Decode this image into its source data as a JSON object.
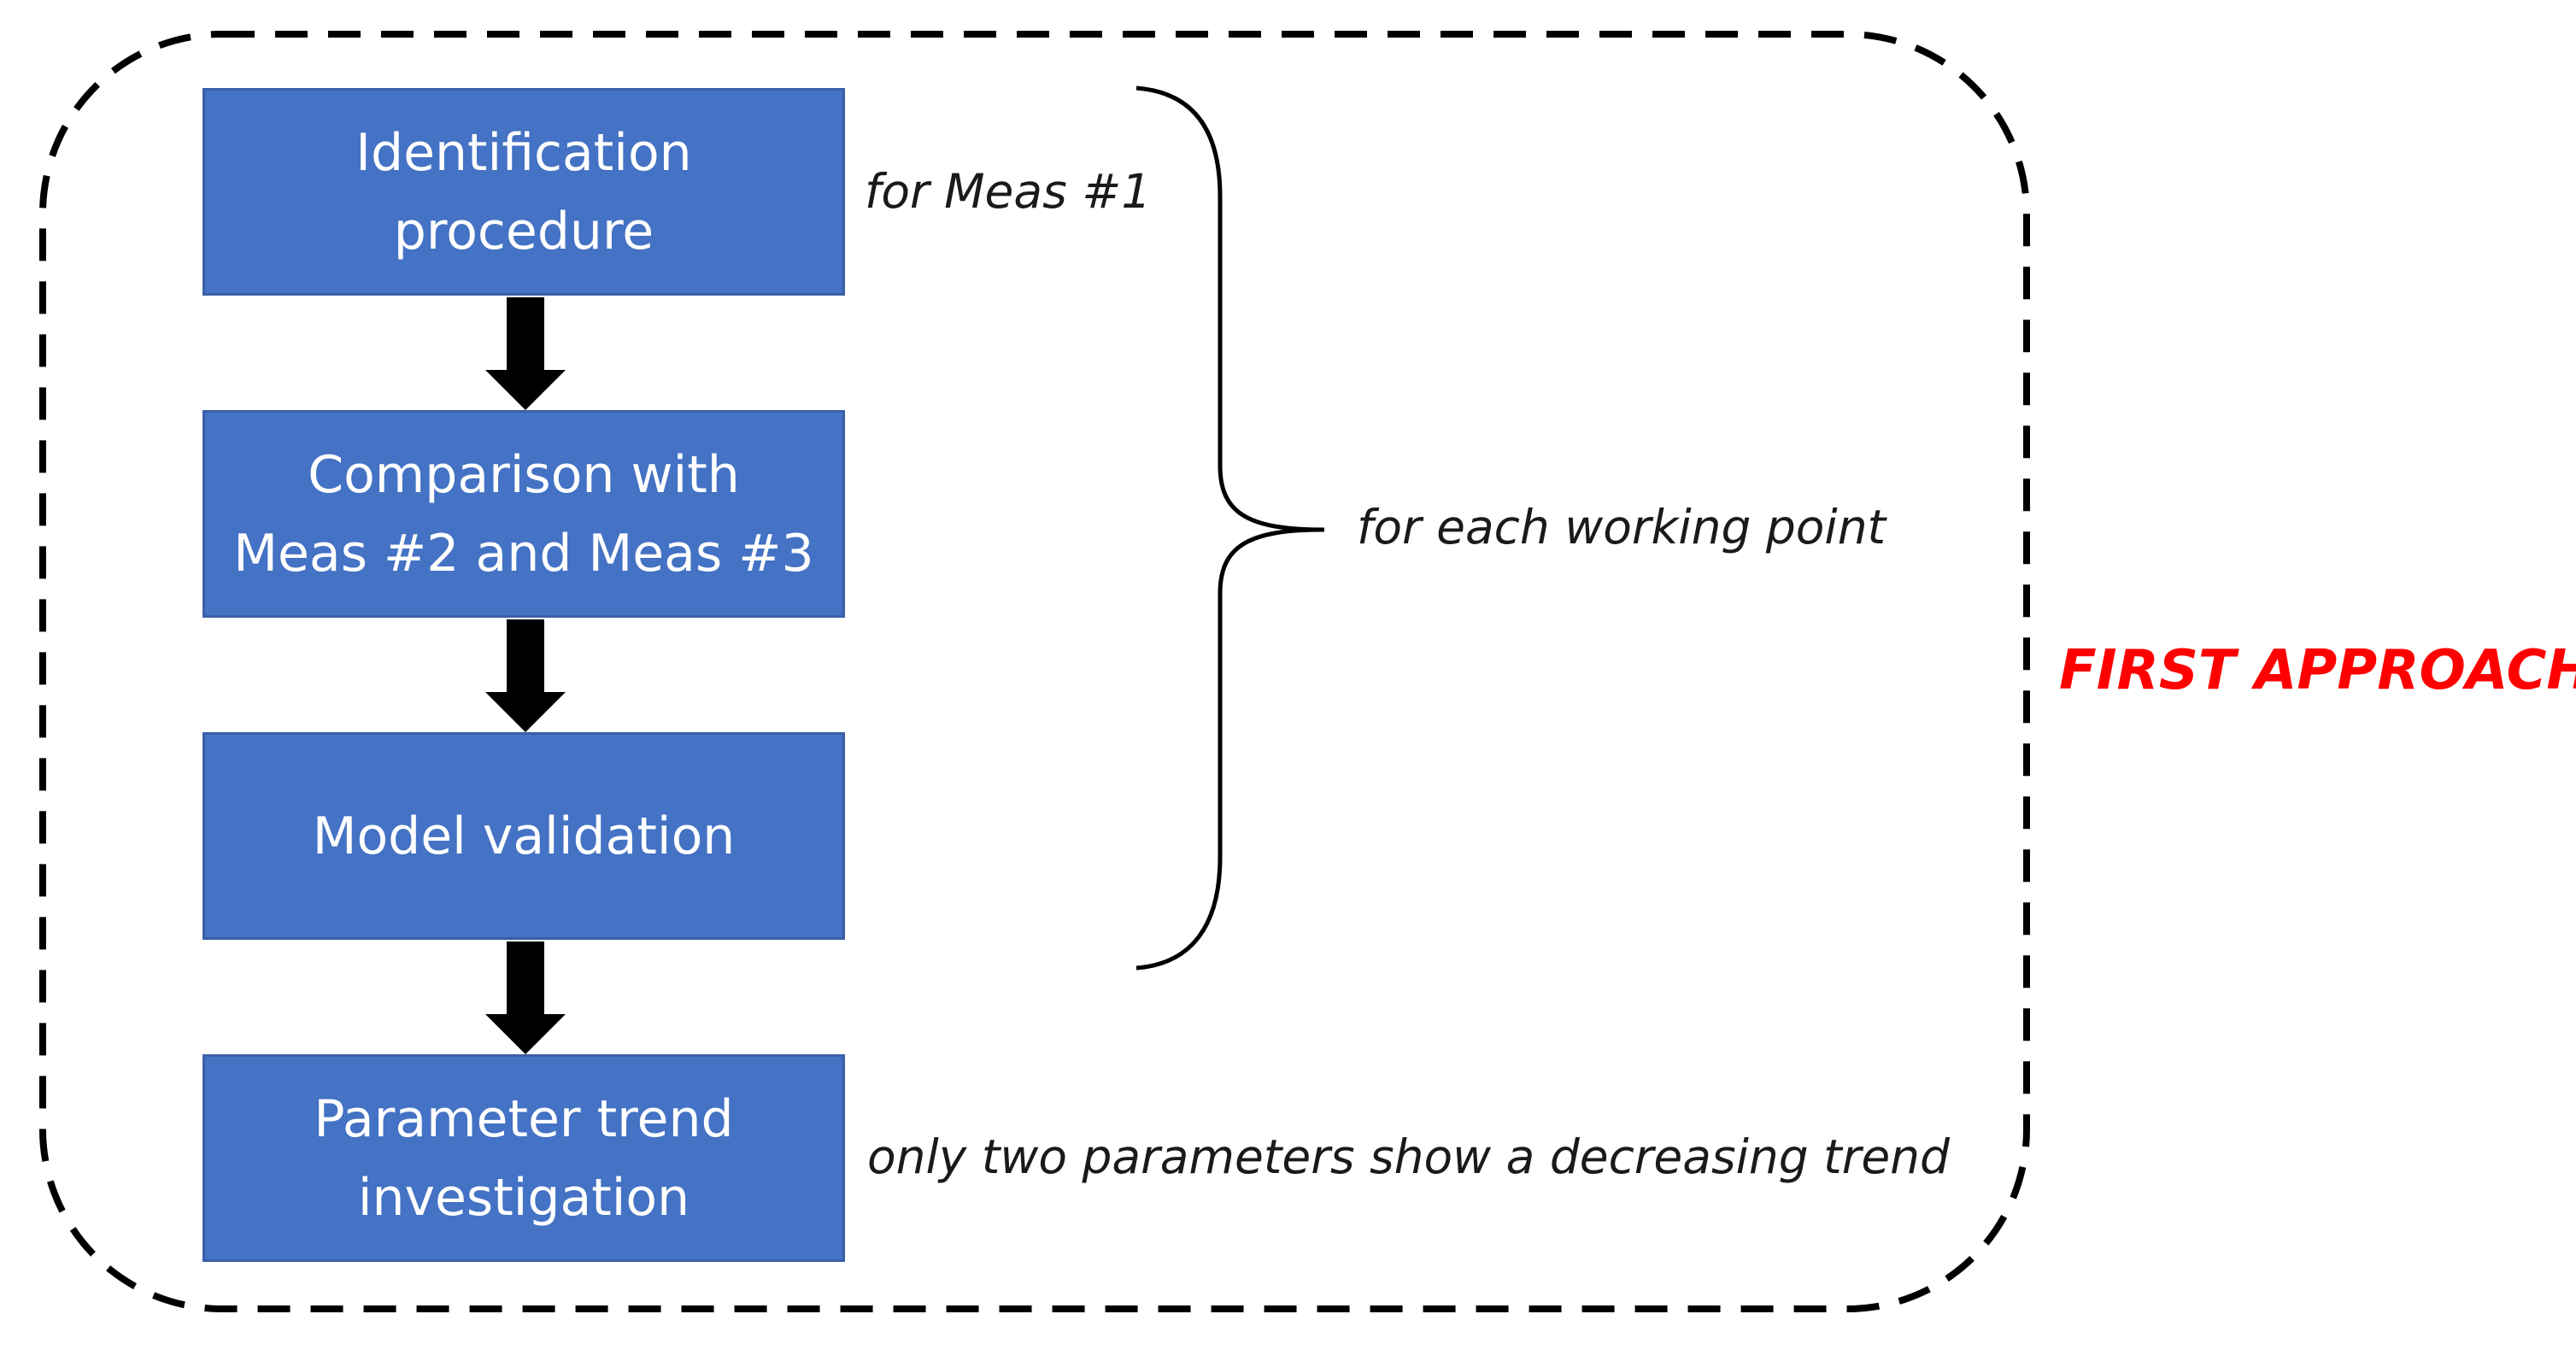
{
  "steps": [
    {
      "label": "Identification\nprocedure"
    },
    {
      "label": "Comparison with\nMeas #2 and Meas #3"
    },
    {
      "label": "Model validation"
    },
    {
      "label": "Parameter trend\ninvestigation"
    }
  ],
  "annotations": {
    "meas1": "for Meas #1",
    "working_point": "for each working point",
    "trend_result": "only two parameters show a decreasing trend"
  },
  "approach_label": "FIRST APPROACH",
  "colors": {
    "box_fill": "#4472C4",
    "box_text": "#FFFFFF",
    "approach_text": "#FF0000",
    "lines": "#000000"
  }
}
